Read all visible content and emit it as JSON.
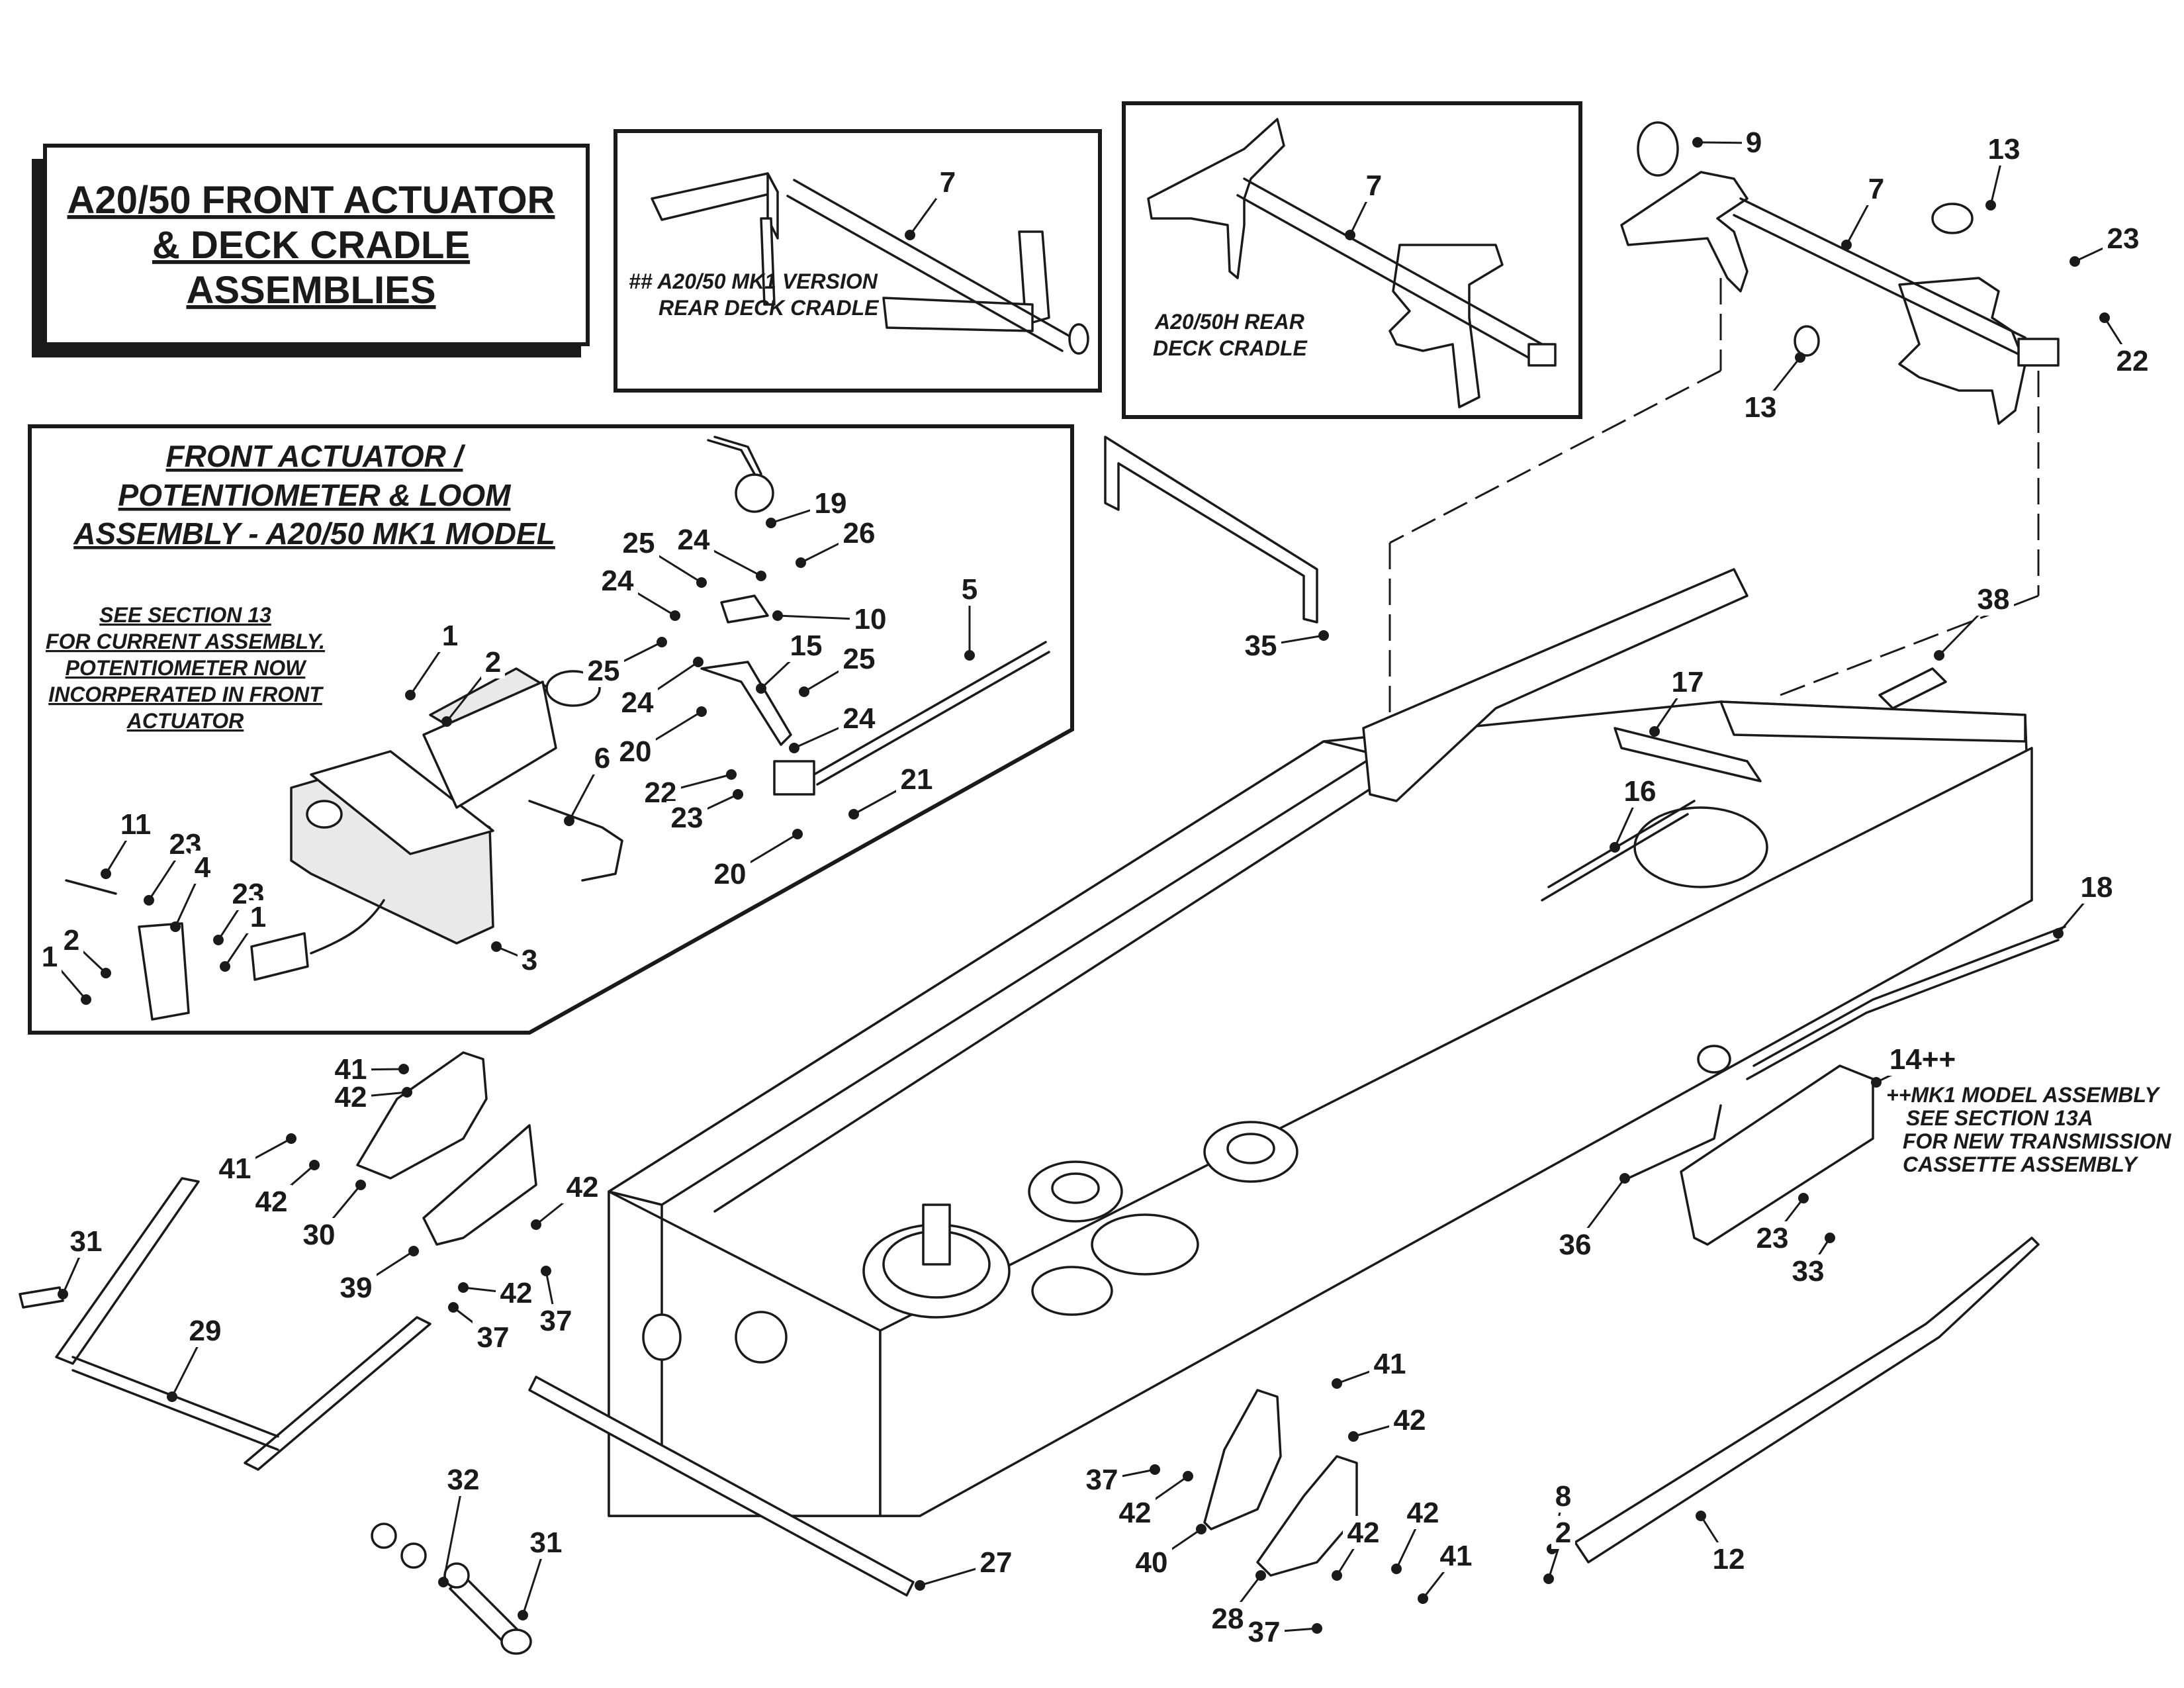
{
  "title": {
    "line1": "A20/50 FRONT ACTUATOR",
    "line2": "& DECK CRADLE",
    "line3": "ASSEMBLIES"
  },
  "inset_mk1": {
    "line1": "## A20/50 MK1 VERSION",
    "line2": "REAR DECK CRADLE"
  },
  "inset_h": {
    "line1": "A20/50H REAR",
    "line2": "DECK CRADLE"
  },
  "actuator_box": {
    "title1": "FRONT ACTUATOR /",
    "title2": "POTENTIOMETER & LOOM",
    "title3": "ASSEMBLY - A20/50 MK1 MODEL",
    "note1": "SEE SECTION 13",
    "note2": "FOR CURRENT ASSEMBLY.",
    "note3": "POTENTIOMETER NOW",
    "note4": "INCORPERATED IN FRONT",
    "note5": "ACTUATOR"
  },
  "mk1_note": {
    "line1": "++MK1 MODEL ASSEMBLY",
    "line2": "SEE SECTION 13A",
    "line3": "FOR NEW TRANSMISSION",
    "line4": "CASSETTE ASSEMBLY"
  },
  "callouts": [
    {
      "id": "c7a",
      "text": "7"
    },
    {
      "id": "c7b",
      "text": "7"
    },
    {
      "id": "c7c",
      "text": "7"
    },
    {
      "id": "c9",
      "text": "9"
    },
    {
      "id": "c13a",
      "text": "13"
    },
    {
      "id": "c13b",
      "text": "13"
    },
    {
      "id": "c23a",
      "text": "23"
    },
    {
      "id": "c22a",
      "text": "22"
    },
    {
      "id": "c19",
      "text": "19"
    },
    {
      "id": "c26",
      "text": "26"
    },
    {
      "id": "c25a",
      "text": "25"
    },
    {
      "id": "c24a",
      "text": "24"
    },
    {
      "id": "c24b",
      "text": "24"
    },
    {
      "id": "c10",
      "text": "10"
    },
    {
      "id": "c5",
      "text": "5"
    },
    {
      "id": "c25b",
      "text": "25"
    },
    {
      "id": "c15",
      "text": "15"
    },
    {
      "id": "c25c",
      "text": "25"
    },
    {
      "id": "c24c",
      "text": "24"
    },
    {
      "id": "c24d",
      "text": "24"
    },
    {
      "id": "c20a",
      "text": "20"
    },
    {
      "id": "c22b",
      "text": "22"
    },
    {
      "id": "c23b",
      "text": "23"
    },
    {
      "id": "c21",
      "text": "21"
    },
    {
      "id": "c20b",
      "text": "20"
    },
    {
      "id": "c1a",
      "text": "1"
    },
    {
      "id": "c2a",
      "text": "2"
    },
    {
      "id": "c6",
      "text": "6"
    },
    {
      "id": "c11",
      "text": "11"
    },
    {
      "id": "c23c",
      "text": "23"
    },
    {
      "id": "c4",
      "text": "4"
    },
    {
      "id": "c23d",
      "text": "23"
    },
    {
      "id": "c1b",
      "text": "1"
    },
    {
      "id": "c2b",
      "text": "2"
    },
    {
      "id": "c1c",
      "text": "1"
    },
    {
      "id": "c3",
      "text": "3"
    },
    {
      "id": "c35",
      "text": "35"
    },
    {
      "id": "c38",
      "text": "38"
    },
    {
      "id": "c17",
      "text": "17"
    },
    {
      "id": "c16",
      "text": "16"
    },
    {
      "id": "c18",
      "text": "18"
    },
    {
      "id": "c14",
      "text": "14++"
    },
    {
      "id": "c41a",
      "text": "41"
    },
    {
      "id": "c42a",
      "text": "42"
    },
    {
      "id": "c41b",
      "text": "41"
    },
    {
      "id": "c42b",
      "text": "42"
    },
    {
      "id": "c30",
      "text": "30"
    },
    {
      "id": "c42c",
      "text": "42"
    },
    {
      "id": "c39",
      "text": "39"
    },
    {
      "id": "c42d",
      "text": "42"
    },
    {
      "id": "c37a",
      "text": "37"
    },
    {
      "id": "c37b",
      "text": "37"
    },
    {
      "id": "c31a",
      "text": "31"
    },
    {
      "id": "c29",
      "text": "29"
    },
    {
      "id": "c36",
      "text": "36"
    },
    {
      "id": "c23e",
      "text": "23"
    },
    {
      "id": "c33",
      "text": "33"
    },
    {
      "id": "c41c",
      "text": "41"
    },
    {
      "id": "c42e",
      "text": "42"
    },
    {
      "id": "c37c",
      "text": "37"
    },
    {
      "id": "c42f",
      "text": "42"
    },
    {
      "id": "c40",
      "text": "40"
    },
    {
      "id": "c42g",
      "text": "42"
    },
    {
      "id": "c42h",
      "text": "42"
    },
    {
      "id": "c41d",
      "text": "41"
    },
    {
      "id": "c28",
      "text": "28"
    },
    {
      "id": "c37d",
      "text": "37"
    },
    {
      "id": "c8",
      "text": "8"
    },
    {
      "id": "c2c",
      "text": "2"
    },
    {
      "id": "c12",
      "text": "12"
    },
    {
      "id": "c32",
      "text": "32"
    },
    {
      "id": "c31b",
      "text": "31"
    },
    {
      "id": "c27",
      "text": "27"
    }
  ]
}
